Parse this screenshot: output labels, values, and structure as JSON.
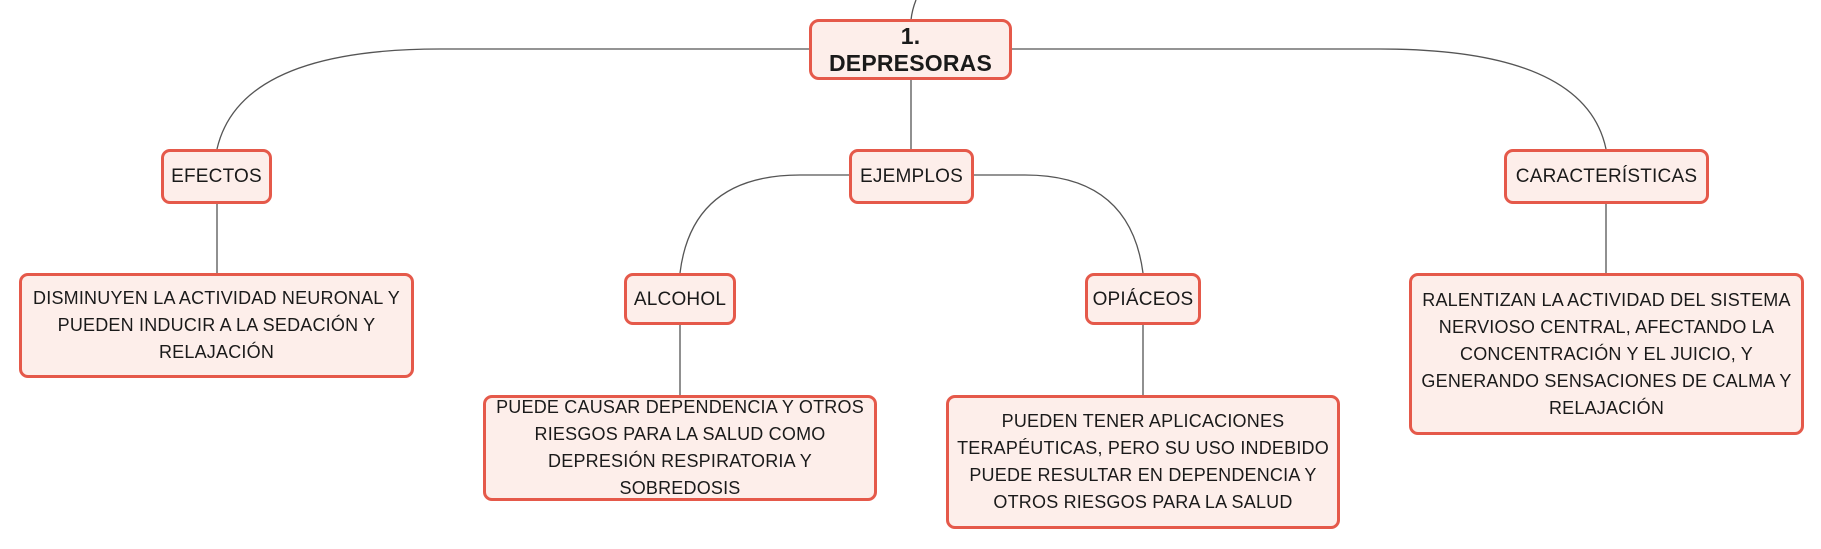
{
  "root": {
    "label": "1. DEPRESORAS"
  },
  "branches": {
    "efectos": {
      "label": "EFECTOS",
      "description": "DISMINUYEN LA ACTIVIDAD NEURONAL Y PUEDEN INDUCIR A LA SEDACIÓN Y RELAJACIÓN"
    },
    "ejemplos": {
      "label": "EJEMPLOS",
      "alcohol": {
        "label": "ALCOHOL",
        "description": "PUEDE CAUSAR DEPENDENCIA Y OTROS RIESGOS PARA LA SALUD COMO DEPRESIÓN RESPIRATORIA Y SOBREDOSIS"
      },
      "opiaceos": {
        "label": "OPIÁCEOS",
        "description": "PUEDEN TENER APLICACIONES TERAPÉUTICAS, PERO SU USO INDEBIDO PUEDE RESULTAR EN DEPENDENCIA Y OTROS RIESGOS PARA LA SALUD"
      }
    },
    "caracteristicas": {
      "label": "CARACTERÍSTICAS",
      "description": "RALENTIZAN LA ACTIVIDAD DEL SISTEMA NERVIOSO CENTRAL, AFECTANDO LA CONCENTRACIÓN Y EL JUICIO, Y GENERANDO SENSACIONES DE CALMA Y RELAJACIÓN"
    }
  },
  "colors": {
    "node_fill": "#fdeeea",
    "node_border": "#e5594a",
    "connector": "#555555"
  }
}
